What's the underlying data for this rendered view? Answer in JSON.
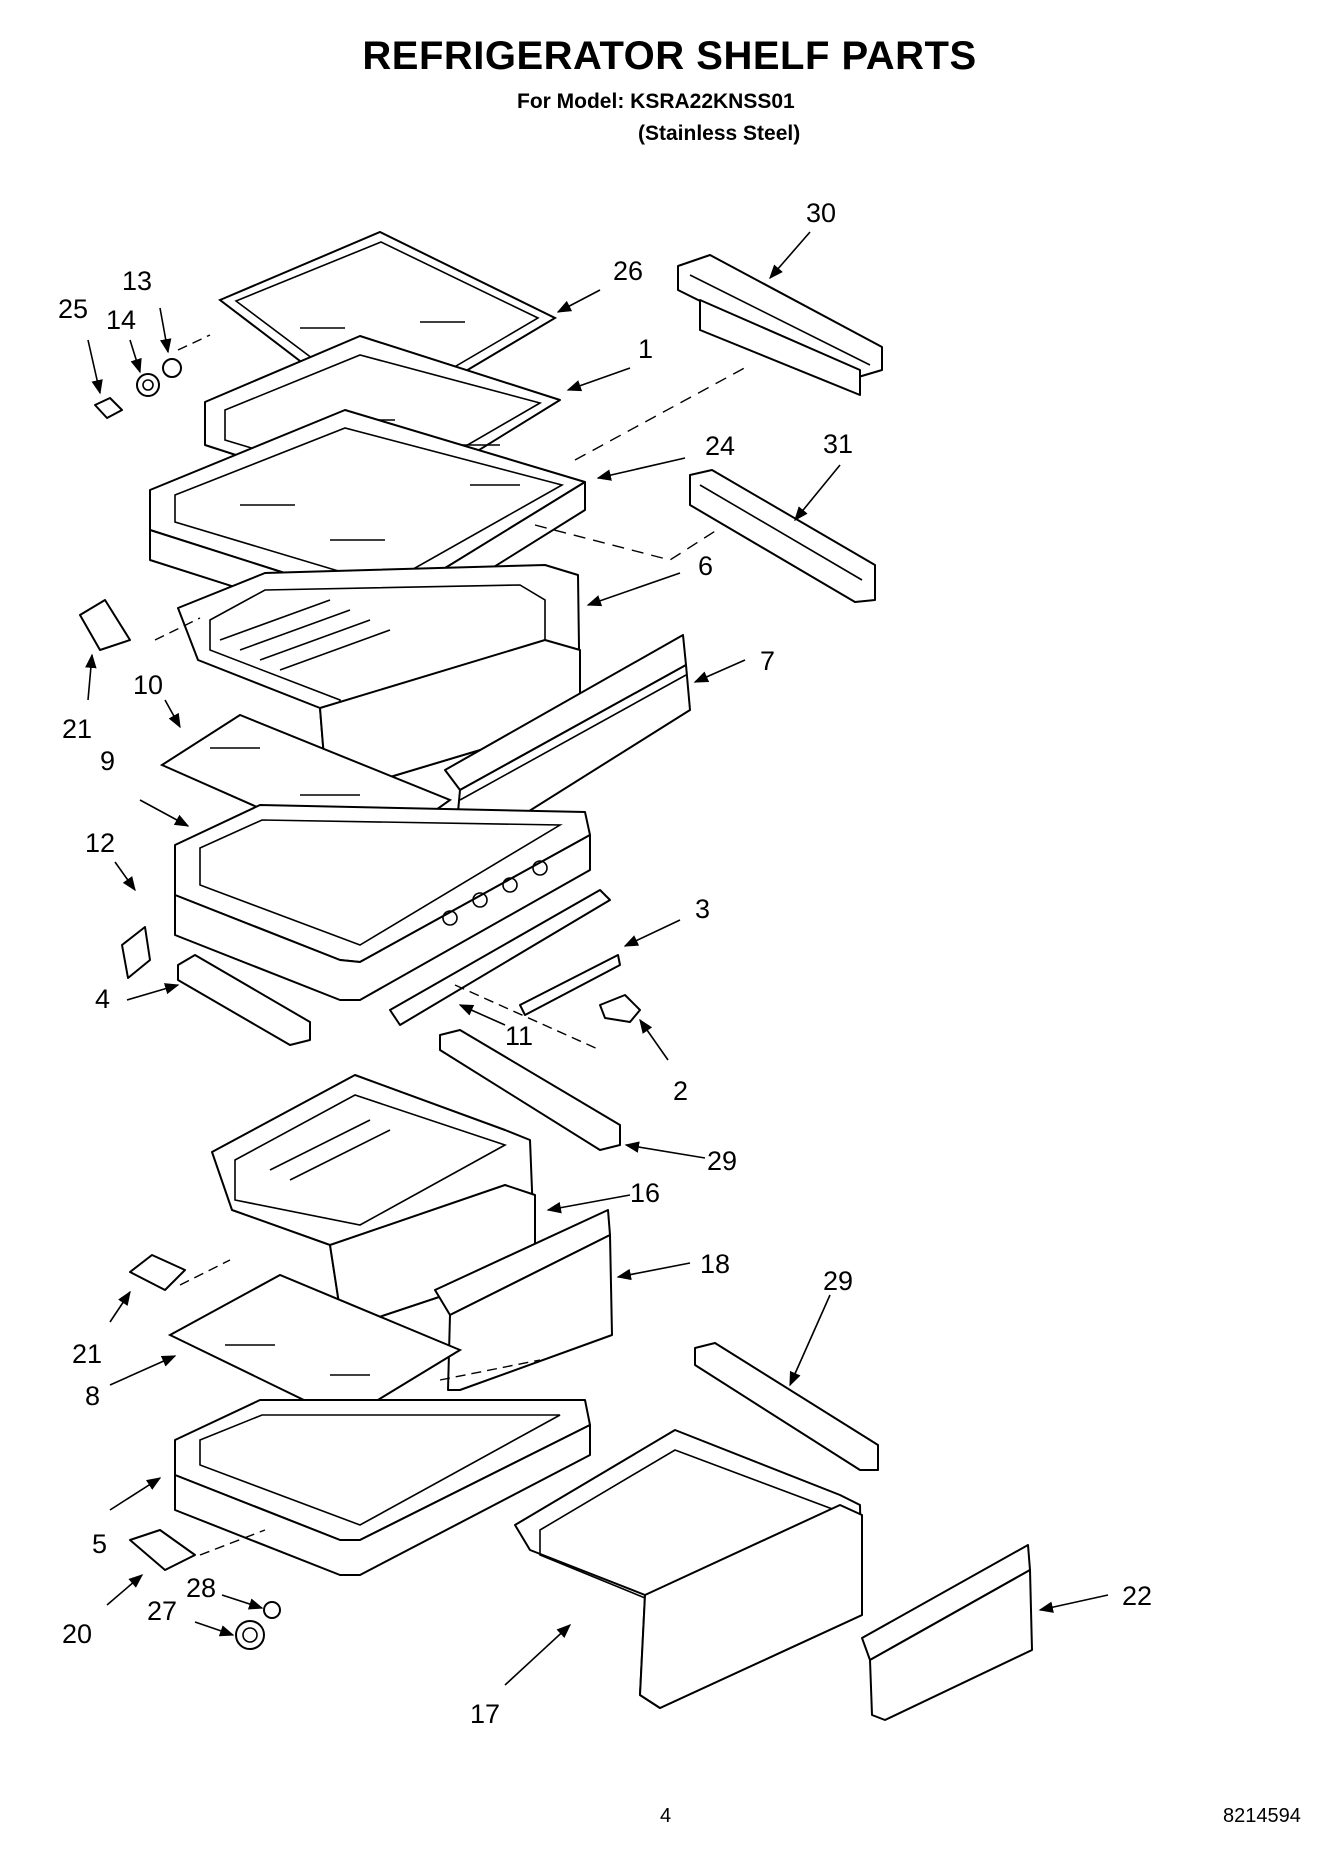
{
  "header": {
    "title": "REFRIGERATOR SHELF PARTS",
    "model_line": "For Model: KSRA22KNSS01",
    "variant_line": "(Stainless Steel)"
  },
  "footer": {
    "page_number": "4",
    "document_number": "8214594"
  },
  "callouts": [
    {
      "id": "c30",
      "label": "30"
    },
    {
      "id": "c26",
      "label": "26"
    },
    {
      "id": "c13",
      "label": "13"
    },
    {
      "id": "c25",
      "label": "25"
    },
    {
      "id": "c14",
      "label": "14"
    },
    {
      "id": "c1",
      "label": "1"
    },
    {
      "id": "c24",
      "label": "24"
    },
    {
      "id": "c31",
      "label": "31"
    },
    {
      "id": "c6",
      "label": "6"
    },
    {
      "id": "c7",
      "label": "7"
    },
    {
      "id": "c21a",
      "label": "21"
    },
    {
      "id": "c10",
      "label": "10"
    },
    {
      "id": "c9",
      "label": "9"
    },
    {
      "id": "c12",
      "label": "12"
    },
    {
      "id": "c3",
      "label": "3"
    },
    {
      "id": "c4",
      "label": "4"
    },
    {
      "id": "c11",
      "label": "11"
    },
    {
      "id": "c2",
      "label": "2"
    },
    {
      "id": "c29a",
      "label": "29"
    },
    {
      "id": "c16",
      "label": "16"
    },
    {
      "id": "c18",
      "label": "18"
    },
    {
      "id": "c29b",
      "label": "29"
    },
    {
      "id": "c21b",
      "label": "21"
    },
    {
      "id": "c8",
      "label": "8"
    },
    {
      "id": "c5",
      "label": "5"
    },
    {
      "id": "c28",
      "label": "28"
    },
    {
      "id": "c27",
      "label": "27"
    },
    {
      "id": "c20",
      "label": "20"
    },
    {
      "id": "c17",
      "label": "17"
    },
    {
      "id": "c22",
      "label": "22"
    }
  ]
}
